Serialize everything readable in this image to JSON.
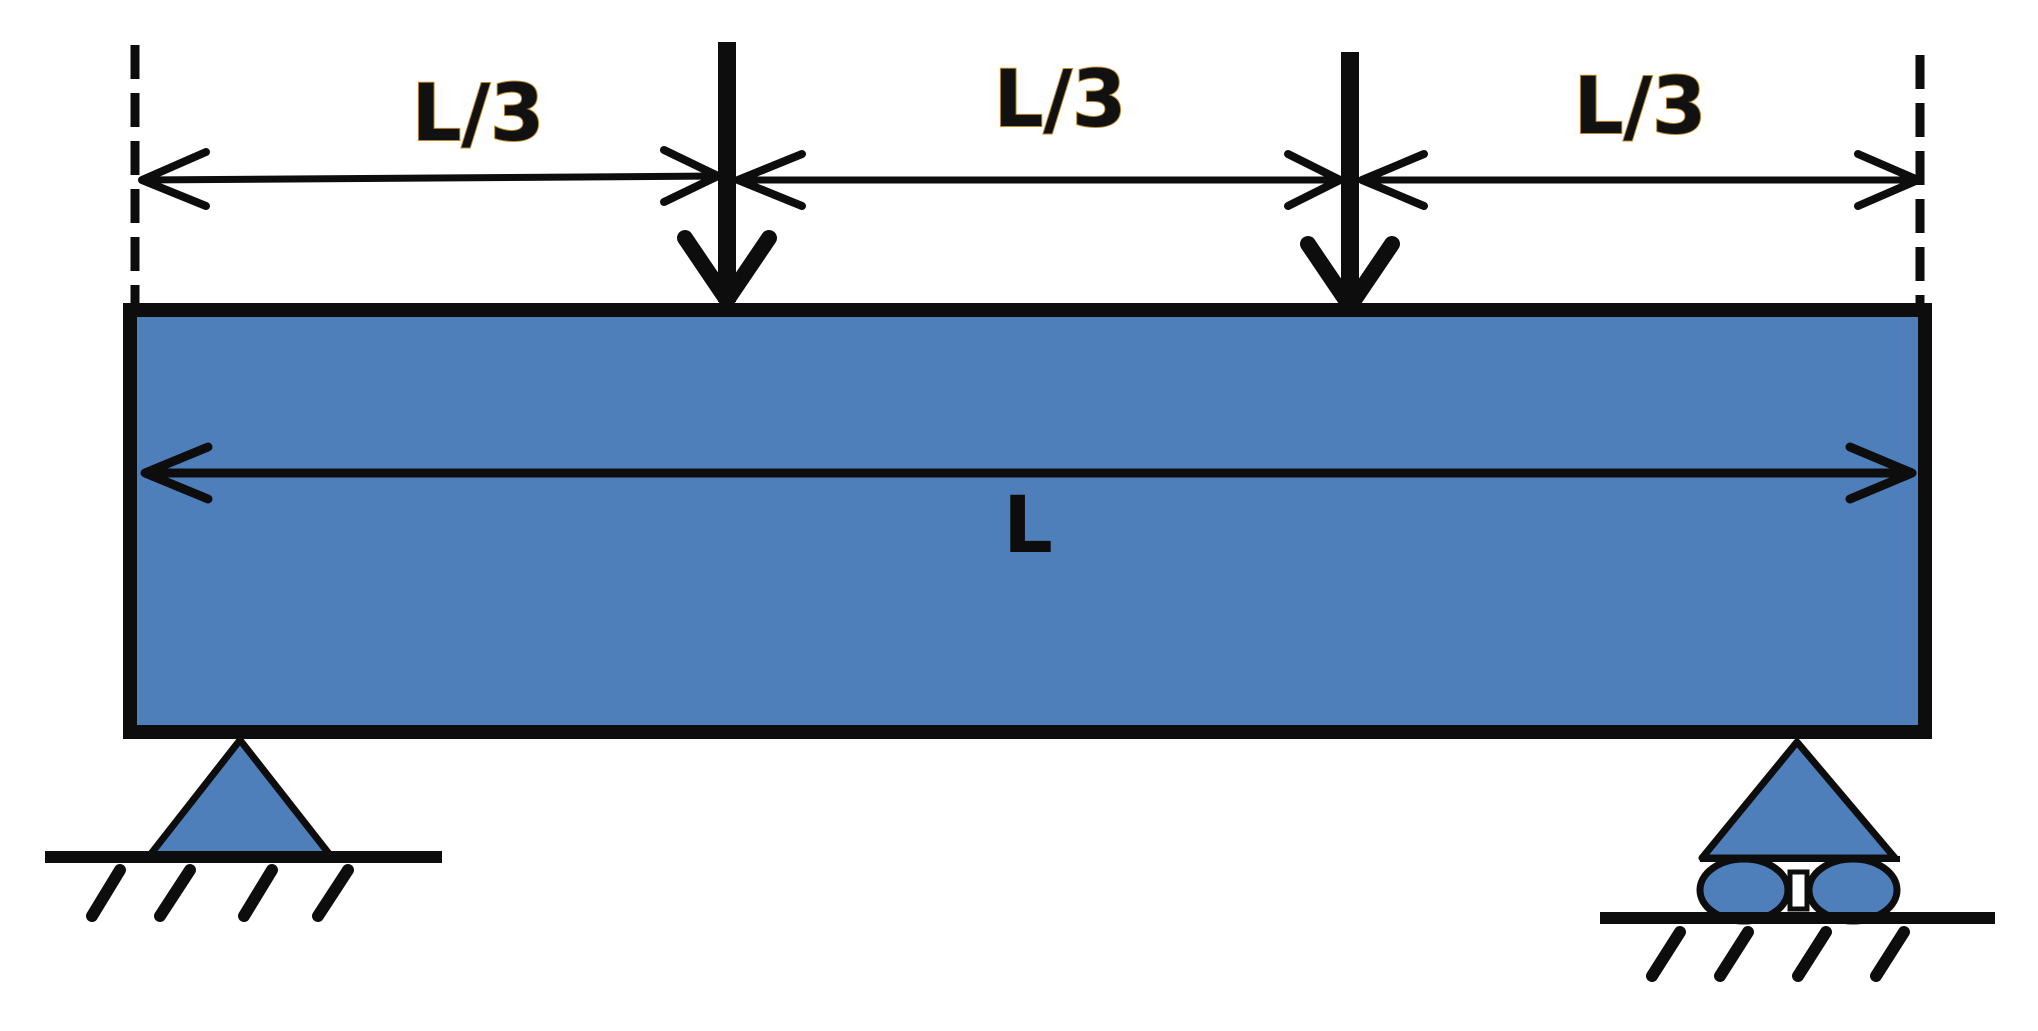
{
  "diagram": {
    "dimension_labels": {
      "first_third": "L/3",
      "second_third": "L/3",
      "third_third": "L/3",
      "total_length": "L"
    },
    "colors": {
      "beam_fill": "#4f7fba",
      "outline": "#0d0d0d",
      "label_fill": "#111111",
      "label_glow": "#c08a2a",
      "background": "#ffffff"
    },
    "icons": {
      "left_support": "pin-support-icon",
      "right_support": "roller-support-icon",
      "loads": "downward-arrow-icon"
    }
  }
}
